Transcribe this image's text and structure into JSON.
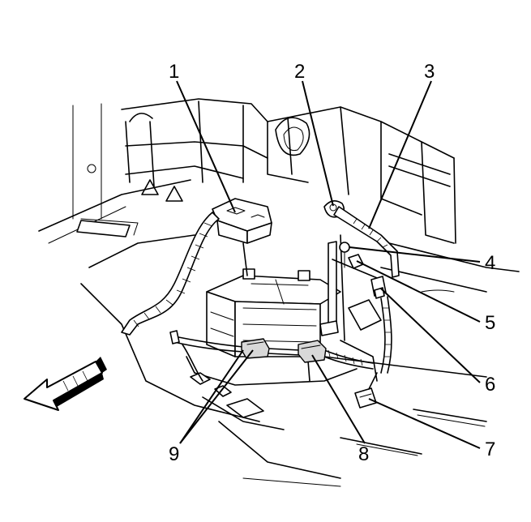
{
  "callouts": [
    {
      "id": "1",
      "label": "1"
    },
    {
      "id": "2",
      "label": "2"
    },
    {
      "id": "3",
      "label": "3"
    },
    {
      "id": "4",
      "label": "4"
    },
    {
      "id": "5",
      "label": "5"
    },
    {
      "id": "6",
      "label": "6"
    },
    {
      "id": "7",
      "label": "7"
    },
    {
      "id": "8",
      "label": "8"
    },
    {
      "id": "9",
      "label": "9"
    }
  ],
  "colors": {
    "ink": "#000000",
    "paper": "#ffffff",
    "shade": "#d8d8d8"
  },
  "icons": [
    "direction-arrow-icon"
  ]
}
